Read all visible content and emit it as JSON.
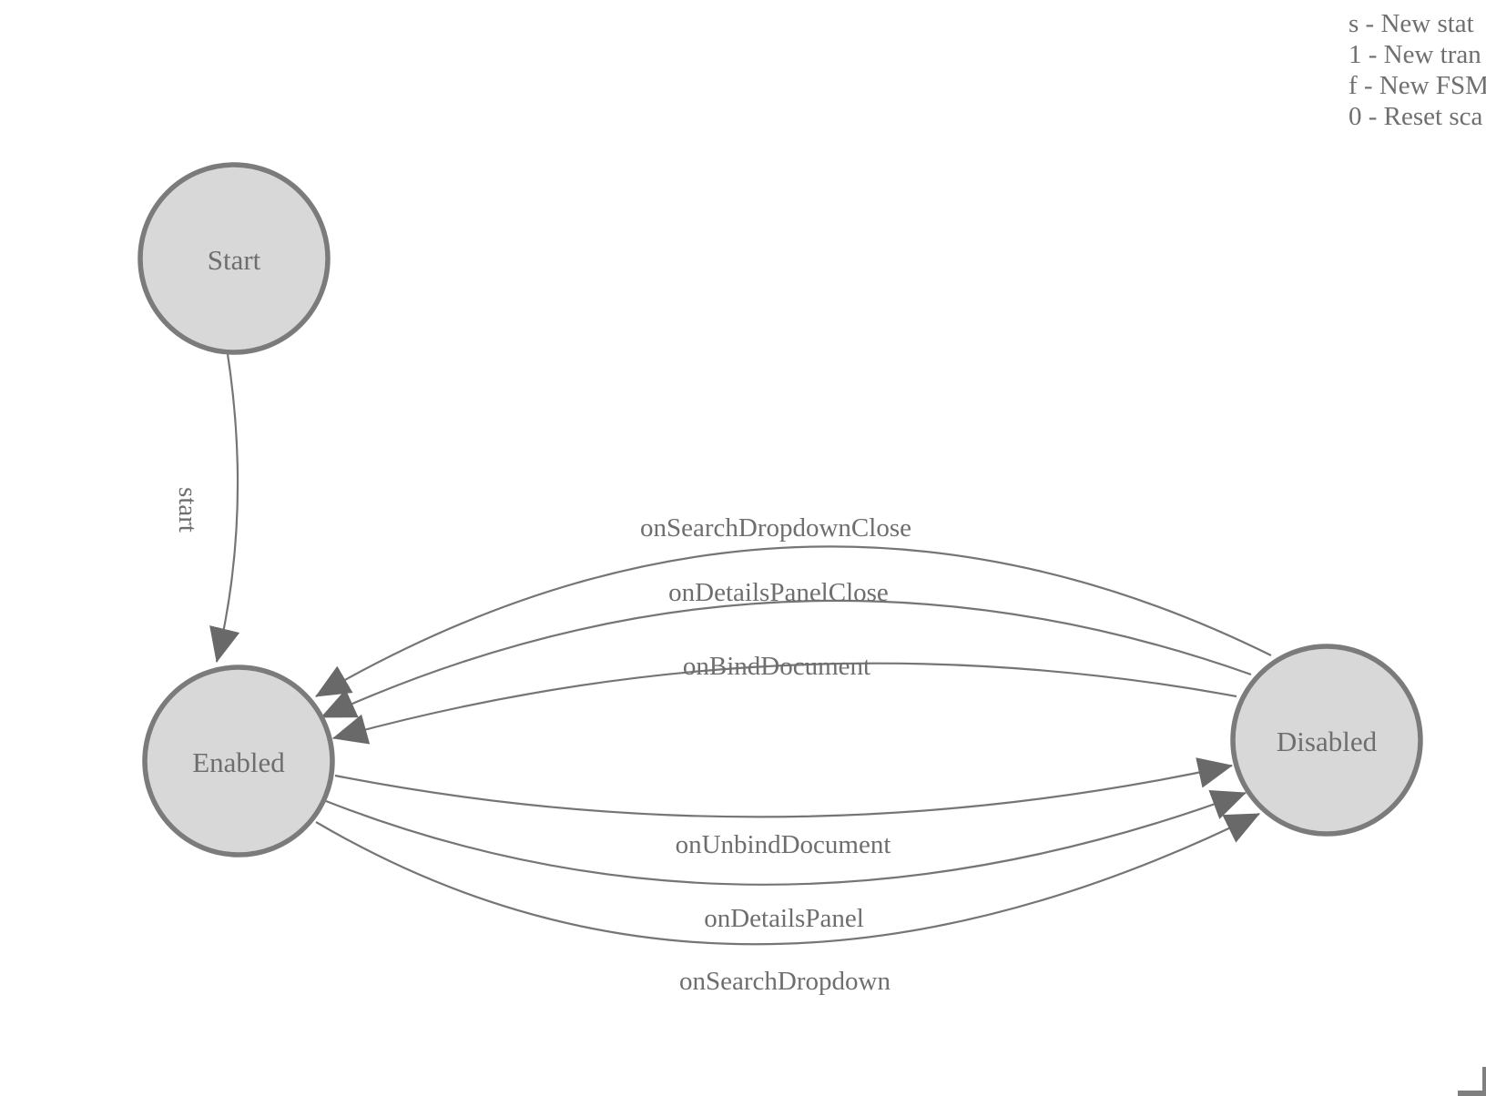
{
  "diagram": {
    "type": "finite-state-machine",
    "colors": {
      "background": "#ffffff",
      "state_fill": "#d8d8d8",
      "state_stroke": "#7b7b7b",
      "edge_stroke": "#757575",
      "arrowhead_fill": "#696969",
      "label_text": "#6e6e6e",
      "legend_text": "#6f6f6f",
      "corner_mark": "#7f7f7f"
    },
    "states": [
      {
        "label": "Start"
      },
      {
        "label": "Enabled"
      },
      {
        "label": "Disabled"
      }
    ],
    "transitions": [
      {
        "label": "start",
        "from": "Start",
        "to": "Enabled"
      },
      {
        "label": "onSearchDropdownClose",
        "from": "Disabled",
        "to": "Enabled"
      },
      {
        "label": "onDetailsPanelClose",
        "from": "Disabled",
        "to": "Enabled"
      },
      {
        "label": "onBindDocument",
        "from": "Disabled",
        "to": "Enabled"
      },
      {
        "label": "onUnbindDocument",
        "from": "Enabled",
        "to": "Disabled"
      },
      {
        "label": "onDetailsPanel",
        "from": "Enabled",
        "to": "Disabled"
      },
      {
        "label": "onSearchDropdown",
        "from": "Enabled",
        "to": "Disabled"
      }
    ]
  },
  "legend": {
    "items": [
      {
        "label": "s - New stat"
      },
      {
        "label": "1 - New tran"
      },
      {
        "label": "f - New FSM"
      },
      {
        "label": "0 - Reset sca"
      }
    ]
  }
}
